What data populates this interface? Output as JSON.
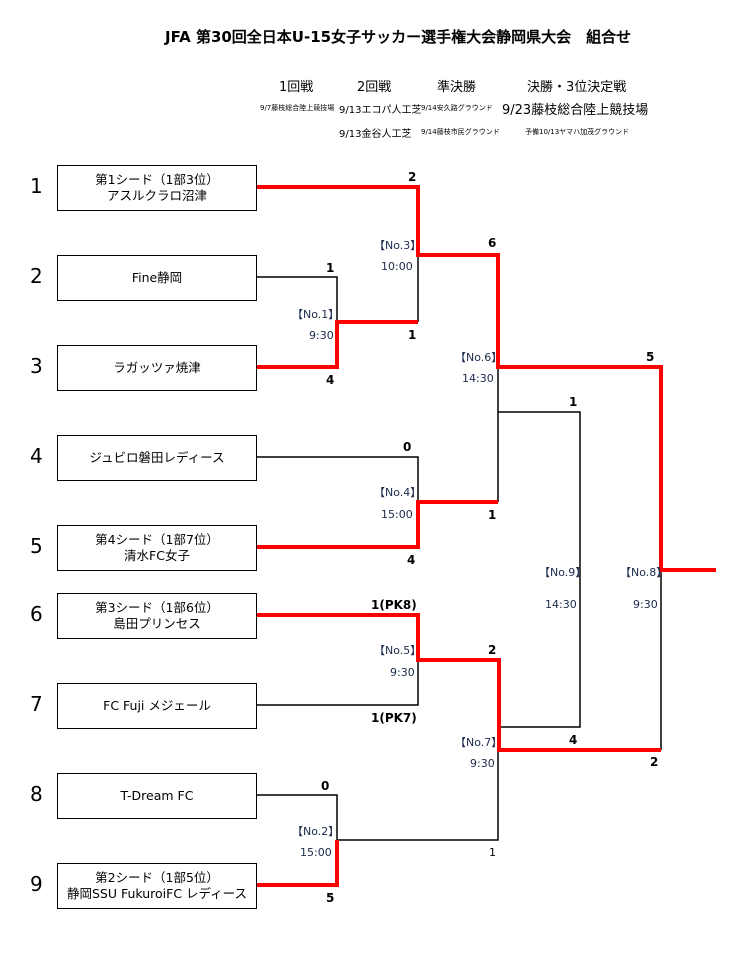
{
  "title": "JFA 第30回全日本U-15女子サッカー選手権大会静岡県大会　組合せ",
  "rounds": [
    {
      "name": "1回戦",
      "venues": [
        "9/7藤枝総合陸上競技場"
      ]
    },
    {
      "name": "2回戦",
      "venues": [
        "9/13エコパ人工芝",
        "9/13金谷人工芝"
      ]
    },
    {
      "name": "準決勝",
      "venues": [
        "9/14安久路グラウンド",
        "9/14藤枝市民グラウンド"
      ]
    },
    {
      "name": "決勝・3位決定戦",
      "venues": [
        "9/23藤枝総合陸上競技場",
        "予備10/13ヤマハ加茂グラウンド"
      ]
    }
  ],
  "teams": [
    {
      "no": "1",
      "line1": "第1シード（1部3位）",
      "line2": "アスルクラロ沼津"
    },
    {
      "no": "2",
      "line1": "Fine静岡",
      "line2": ""
    },
    {
      "no": "3",
      "line1": "ラガッツァ焼津",
      "line2": ""
    },
    {
      "no": "4",
      "line1": "ジュビロ磐田レディース",
      "line2": ""
    },
    {
      "no": "5",
      "line1": "第4シード（1部7位）",
      "line2": "清水FC女子"
    },
    {
      "no": "6",
      "line1": "第3シード（1部6位）",
      "line2": "島田プリンセス"
    },
    {
      "no": "7",
      "line1": "FC Fuji メジェール",
      "line2": ""
    },
    {
      "no": "8",
      "line1": "T-Dream FC",
      "line2": ""
    },
    {
      "no": "9",
      "line1": "第2シード（1部5位）",
      "line2": "静岡SSU FukuroiFC レディース"
    }
  ],
  "matches": [
    {
      "label": "【No.1】",
      "time": "9:30",
      "scores": [
        "1",
        "4"
      ]
    },
    {
      "label": "【No.2】",
      "time": "15:00",
      "scores": [
        "0",
        "5"
      ]
    },
    {
      "label": "【No.3】",
      "time": "10:00",
      "scores": [
        "2",
        "1"
      ]
    },
    {
      "label": "【No.4】",
      "time": "15:00",
      "scores": [
        "0",
        "4"
      ]
    },
    {
      "label": "【No.5】",
      "time": "9:30",
      "scores": [
        "1(PK8)",
        "1(PK7)"
      ]
    },
    {
      "label": "【No.6】",
      "time": "14:30",
      "scores": [
        "6",
        "1"
      ]
    },
    {
      "label": "【No.7】",
      "time": "9:30",
      "scores": [
        "2",
        "1"
      ]
    },
    {
      "label": "【No.8】",
      "time": "9:30",
      "scores": [
        "5",
        "2"
      ]
    },
    {
      "label": "【No.9】",
      "time": "14:30",
      "scores": [
        "1",
        "4"
      ]
    }
  ],
  "colors": {
    "winner_line": "#ff0000",
    "line": "#000000"
  }
}
